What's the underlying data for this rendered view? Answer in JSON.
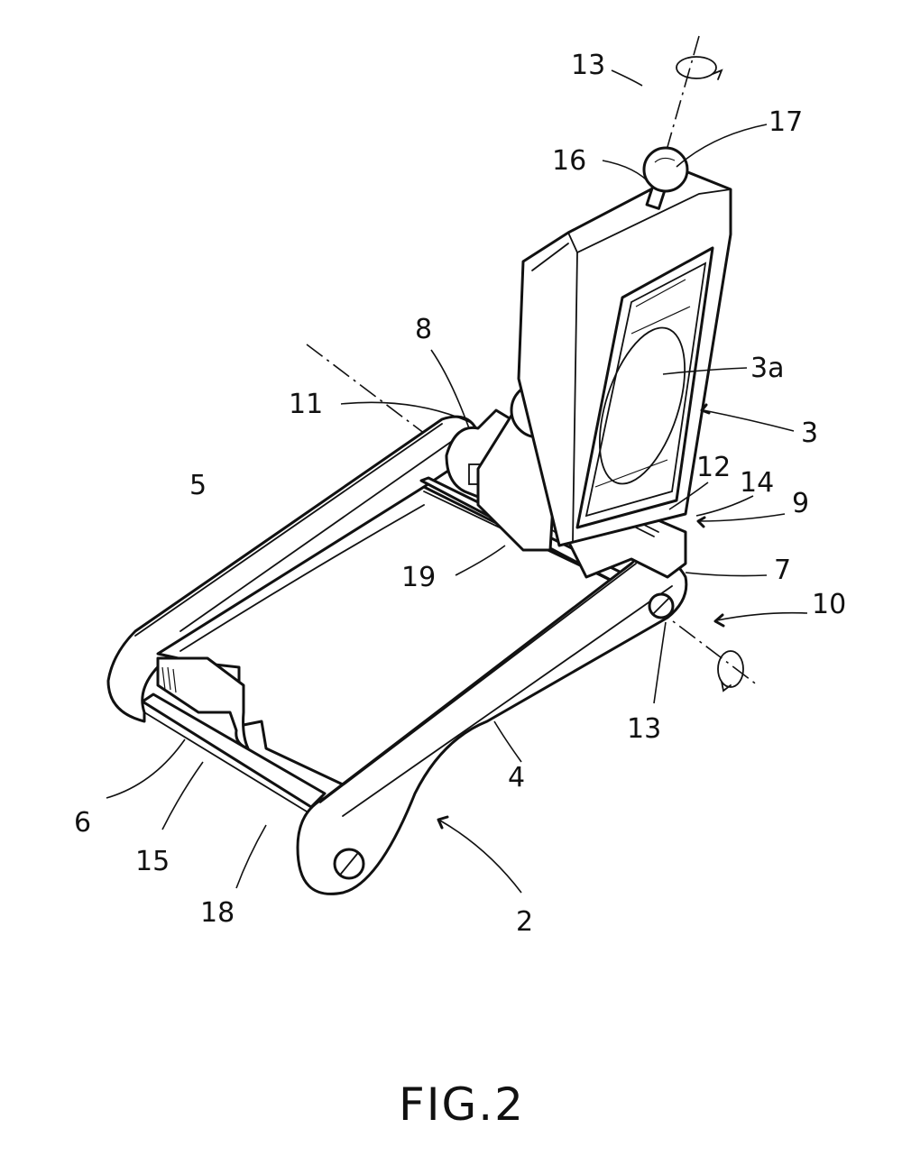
{
  "caption": "FIG.2",
  "labels": {
    "l13_top": "13",
    "l17": "17",
    "l16": "16",
    "l8": "8",
    "l3a": "3a",
    "l11": "11",
    "l3": "3",
    "l12": "12",
    "l14": "14",
    "l5": "5",
    "l9": "9",
    "l7": "7",
    "l19": "19",
    "l10": "10",
    "l13_bottom": "13",
    "l4": "4",
    "l6": "6",
    "l15": "15",
    "l18": "18",
    "l2": "2"
  }
}
